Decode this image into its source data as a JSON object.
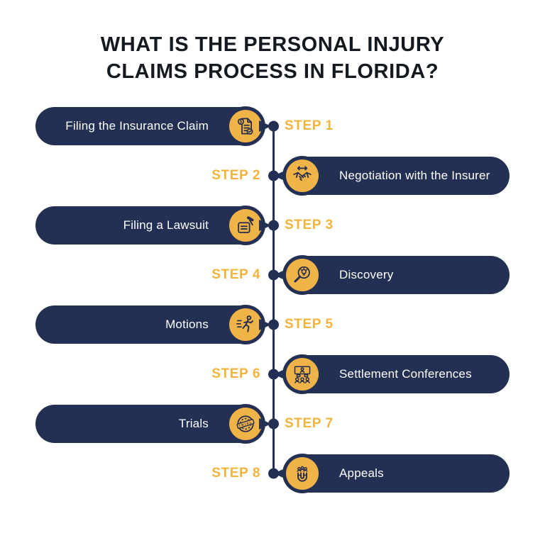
{
  "title": {
    "line1": "WHAT IS THE PERSONAL INJURY",
    "line2": "CLAIMS PROCESS IN FLORIDA?"
  },
  "steps": [
    {
      "step_label": "STEP 1",
      "label": "Filing the Insurance Claim",
      "side": "left",
      "icon": "insurance-claim-document-icon"
    },
    {
      "step_label": "STEP 2",
      "label": "Negotiation with the Insurer",
      "side": "right",
      "icon": "handshake-icon"
    },
    {
      "step_label": "STEP 3",
      "label": "Filing a Lawsuit",
      "side": "left",
      "icon": "gavel-scroll-icon"
    },
    {
      "step_label": "STEP 4",
      "label": "Discovery",
      "side": "right",
      "icon": "magnifier-idea-icon"
    },
    {
      "step_label": "STEP 5",
      "label": "Motions",
      "side": "left",
      "icon": "running-person-icon"
    },
    {
      "step_label": "STEP 6",
      "label": "Settlement Conferences",
      "side": "right",
      "icon": "conference-meeting-icon"
    },
    {
      "step_label": "STEP 7",
      "label": "Trials",
      "side": "left",
      "icon": "trial-stamp-icon"
    },
    {
      "step_label": "STEP 8",
      "label": "Appeals",
      "side": "right",
      "icon": "magnet-people-icon"
    }
  ],
  "trial_stamp_text": "TRIAL",
  "colors": {
    "navy": "#233054",
    "gold": "#EFB347",
    "step_text_gold": "#F3B43C",
    "title_text": "#14181F",
    "pill_text": "#FFFFFF",
    "background": "#FFFFFF"
  }
}
